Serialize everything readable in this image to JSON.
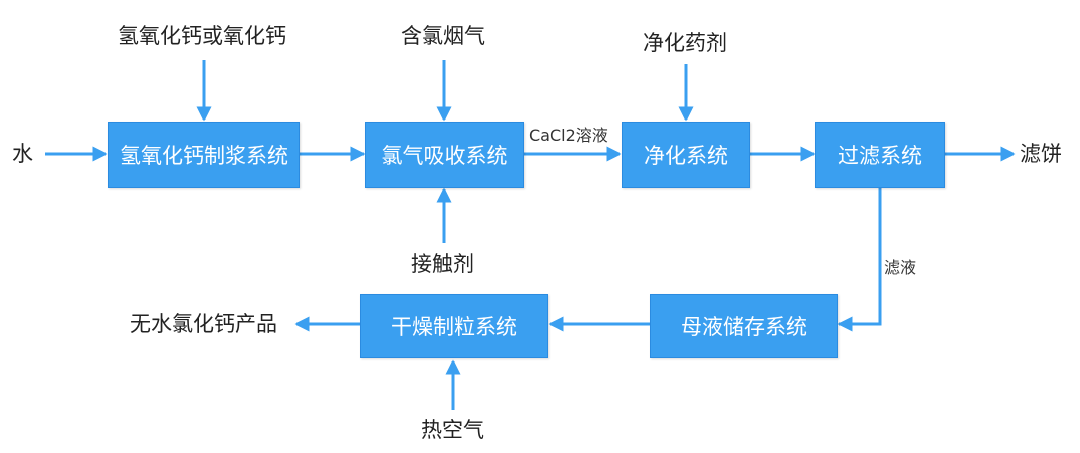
{
  "colors": {
    "box_fill": "#3a9ff0",
    "box_border": "#2b8be0",
    "arrow": "#3a9ff0",
    "text": "#222222"
  },
  "boxes": {
    "slurry": "氢氧化钙制浆系统",
    "absorption": "氯气吸收系统",
    "purification": "净化系统",
    "filtration": "过滤系统",
    "mother_liquor": "母液储存系统",
    "drying": "干燥制粒系统"
  },
  "labels": {
    "water": "水",
    "lime_input": "氢氧化钙或氧化钙",
    "flue_gas": "含氯烟气",
    "catalyst": "接触剂",
    "cacl2_solution": "CaCl2溶液",
    "purifying_agent": "净化药剂",
    "filter_cake": "滤饼",
    "filtrate": "滤液",
    "product": "无水氯化钙产品",
    "hot_air": "热空气"
  }
}
